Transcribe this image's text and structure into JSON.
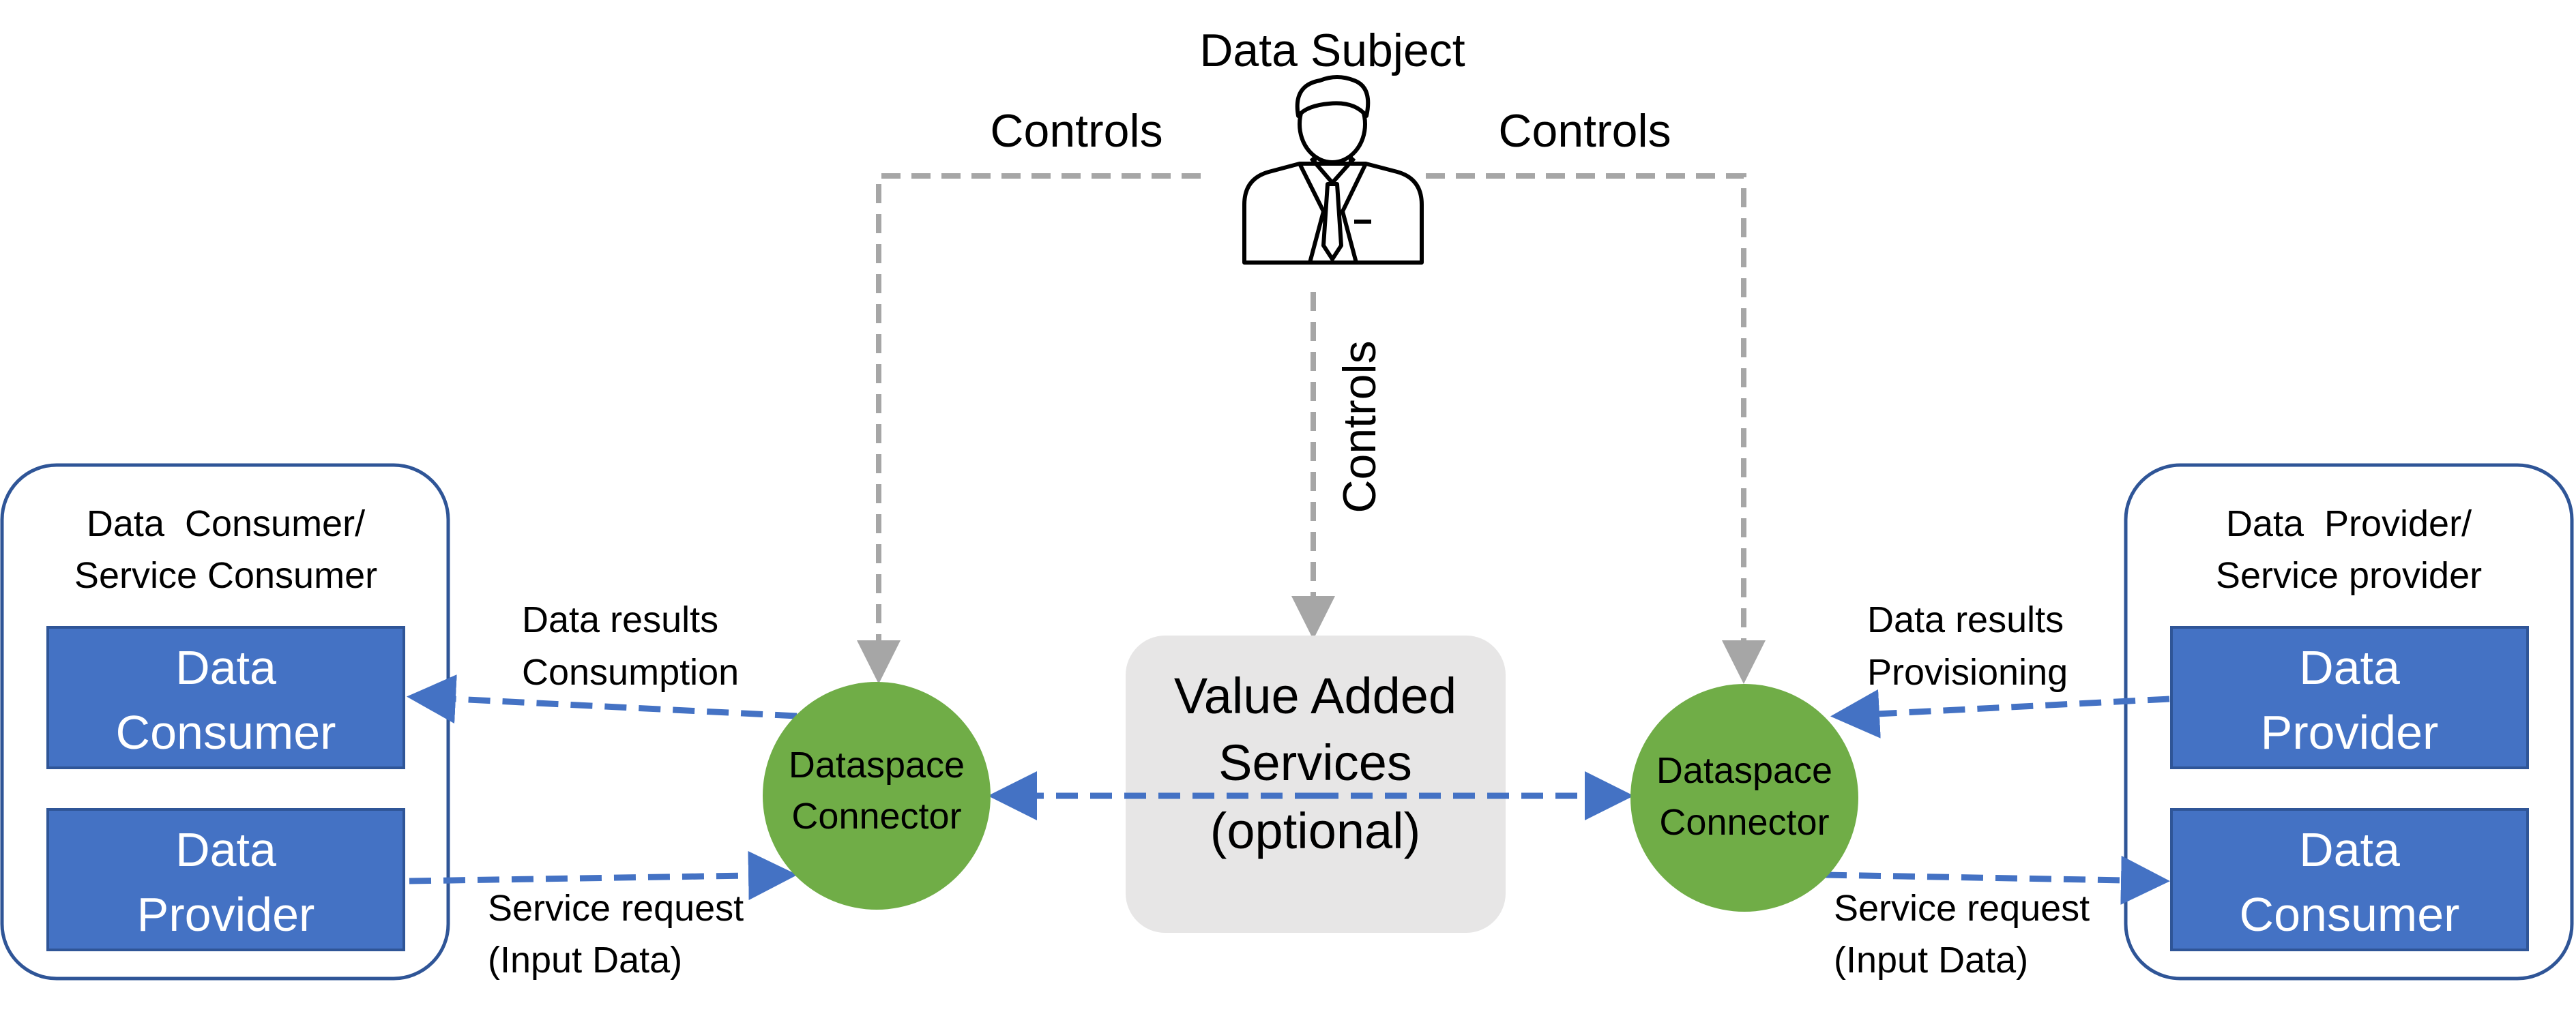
{
  "colors": {
    "blue": "#4472C4",
    "green": "#70AD47",
    "gray_box": "#E7E6E6",
    "gray_line": "#A6A6A6",
    "container_stroke": "#2F5597",
    "person_stroke": "#000000",
    "white": "#FFFFFF"
  },
  "data_subject": {
    "label": "Data Subject",
    "icon": "person-icon"
  },
  "controls": {
    "left": "Controls",
    "right": "Controls",
    "center": "Controls"
  },
  "left_container": {
    "title_line1": "Data  Consumer/",
    "title_line2": "Service Consumer",
    "box_top": [
      "Data",
      "Consumer"
    ],
    "box_bottom": [
      "Data",
      "Provider"
    ]
  },
  "right_container": {
    "title_line1": "Data  Provider/",
    "title_line2": "Service provider",
    "box_top": [
      "Data",
      "Provider"
    ],
    "box_bottom": [
      "Data",
      "Consumer"
    ]
  },
  "connector_left": [
    "Dataspace",
    "Connector"
  ],
  "connector_right": [
    "Dataspace",
    "Connector"
  ],
  "value_added": [
    "Value Added",
    "Services",
    "(optional)"
  ],
  "labels": {
    "left_top": [
      "Data results",
      "Consumption"
    ],
    "left_bottom": [
      "Service request",
      "(Input Data)"
    ],
    "right_top": [
      "Data results",
      "Provisioning"
    ],
    "right_bottom": [
      "Service request",
      "(Input Data)"
    ]
  }
}
